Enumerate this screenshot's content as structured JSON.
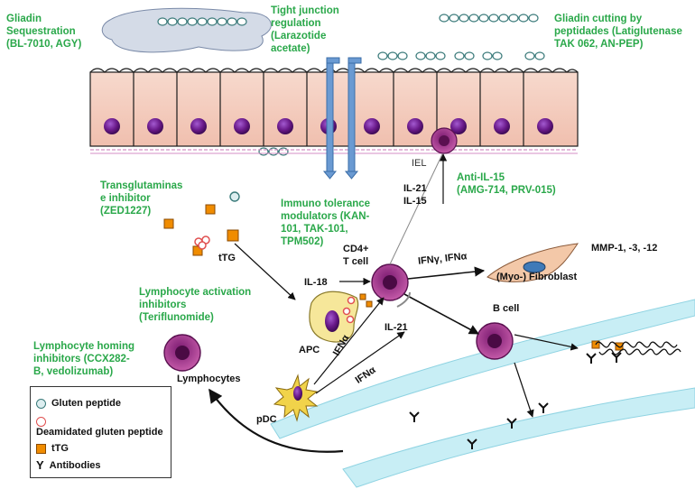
{
  "interventions": {
    "gliadin_sequestration": "Gliadin\nSequestration\n(BL-7010, AGY)",
    "tight_junction": "Tight junction\nregulation\n(Larazotide\nacetate)",
    "gliadin_cutting": "Gliadin cutting by\npeptidades (Latiglutenase\nTAK 062, AN-PEP)",
    "transglutaminase": "Transglutaminas\ne inhibitor\n(ZED1227)",
    "anti_il15": "Anti-IL-15\n(AMG-714, PRV-015)",
    "immuno_tolerance": "Immuno tolerance\nmodulators (KAN-\n101, TAK-101,\nTPM502)",
    "lymphocyte_activation": "Lymphocyte activation\ninhibitors\n(Teriflunomide)",
    "lymphocyte_homing": "Lymphocyte homing\ninhibitors (CCX282-\nB, vedolizumab)"
  },
  "labels": {
    "iel": "IEL",
    "il21_il15": "IL-21\nIL-15",
    "cd4": "CD4+\nT cell",
    "ifn_g_a": "IFNγ, IFNα",
    "fibroblast": "(Myo-) Fibroblast",
    "mmp": "MMP-1, -3, -12",
    "il18": "IL-18",
    "ttg": "tTG",
    "apc": "APC",
    "ifna_1": "IFNα",
    "il21": "IL-21",
    "ifna_2": "IFNα",
    "b_cell": "B cell",
    "pdc": "pDC",
    "lymphocytes": "Lymphocytes"
  },
  "legend": [
    {
      "label": "Gluten peptide",
      "icon": "gluten-peptide-icon"
    },
    {
      "label": "Deamidated gluten\npeptide",
      "icon": "deamidated-peptide-icon"
    },
    {
      "label": "tTG",
      "icon": "ttg-icon"
    },
    {
      "label": "Antibodies",
      "icon": "antibody-icon"
    }
  ],
  "colors": {
    "green_text": "#2aa84a",
    "cell_fill": "#f6d2c4",
    "nucleus": "#6a1a8a",
    "vessel": "#bde9f2",
    "tight_junction": "#5b8ec4"
  }
}
